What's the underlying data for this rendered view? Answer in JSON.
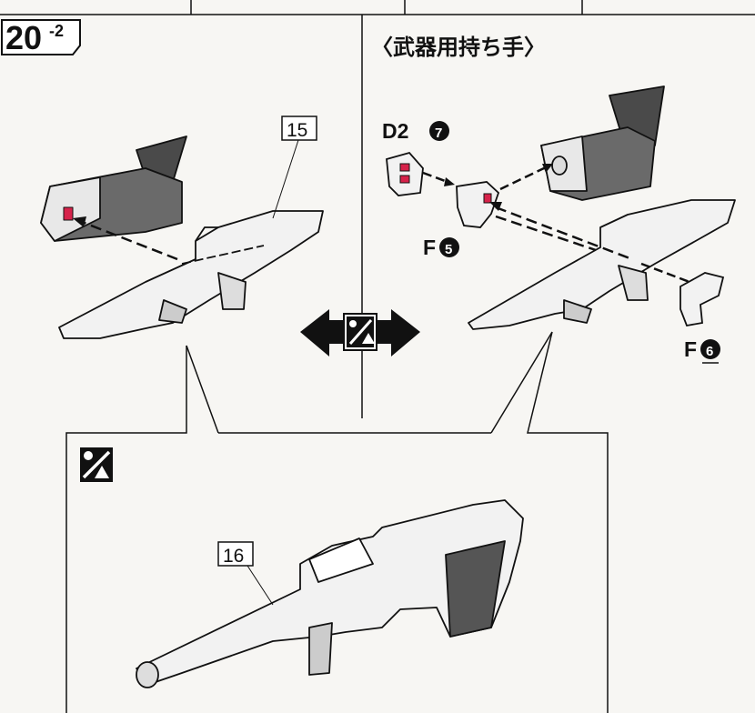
{
  "step": {
    "number": "20",
    "sub": "-2"
  },
  "section_title": "〈武器用持ち手〉",
  "parts": {
    "left_weapon_label": "15",
    "bottom_weapon_label": "16",
    "d2": {
      "letter": "D2",
      "num": "7"
    },
    "f5": {
      "letter": "F",
      "num": "5"
    },
    "f6": {
      "letter": "F",
      "num": "6"
    }
  },
  "colors": {
    "highlight": "#d6224a",
    "ink": "#111111",
    "part_fill": "#f2f2f2",
    "shade": "#555555"
  },
  "icons": [
    "swap-arrows-icon",
    "alternate-part-icon"
  ]
}
